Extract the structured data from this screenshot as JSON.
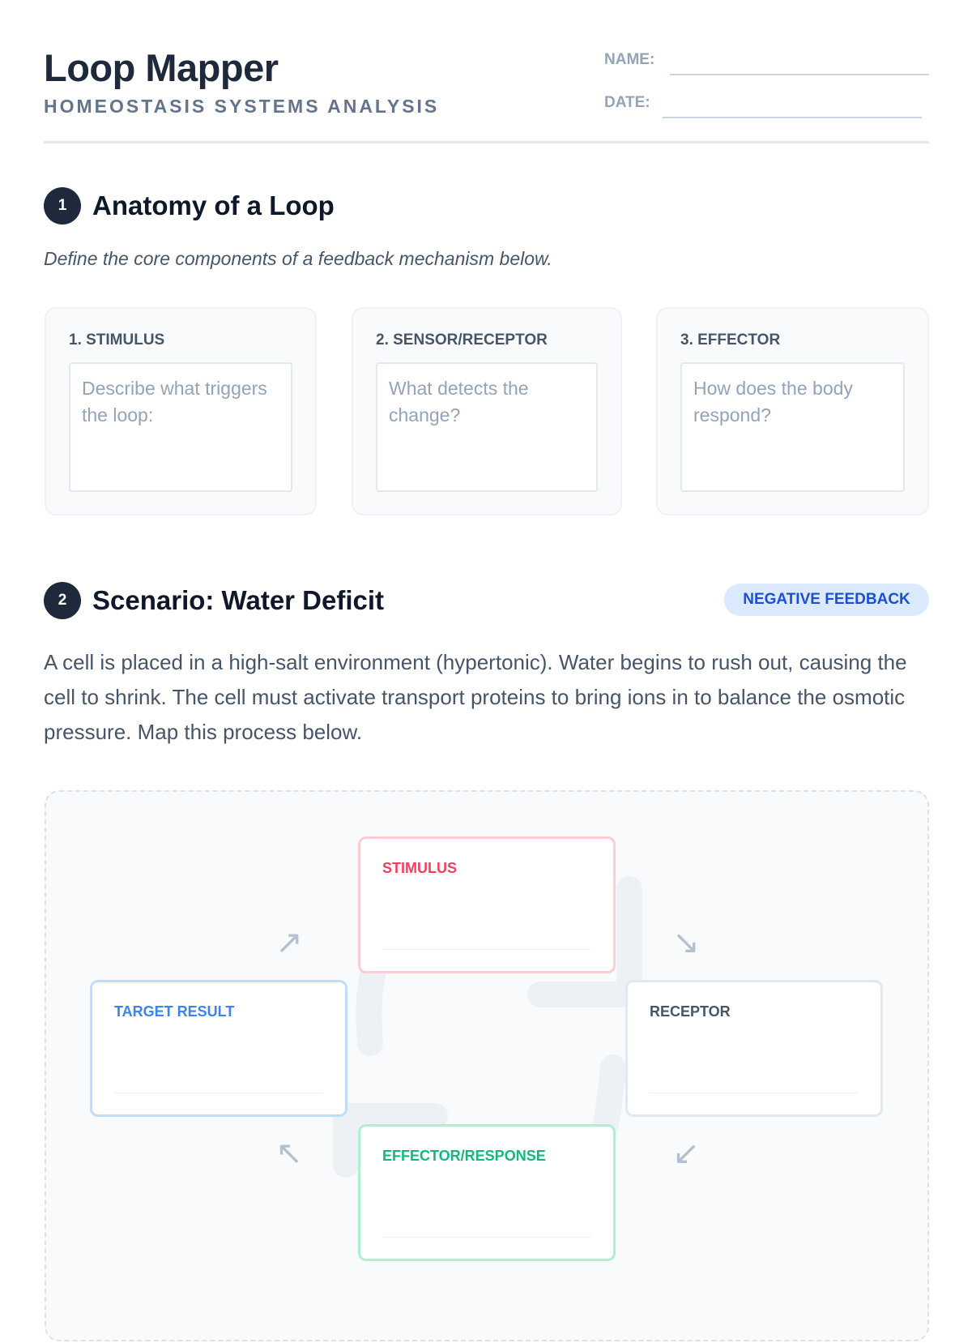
{
  "header": {
    "title": "Loop Mapper",
    "subtitle": "HOMEOSTASIS SYSTEMS ANALYSIS",
    "name_label": "NAME:",
    "date_label": "DATE:"
  },
  "section1": {
    "number": "1",
    "title": "Anatomy of a Loop",
    "instruction": "Define the core components of a feedback mechanism below.",
    "cards": [
      {
        "label": "1. STIMULUS",
        "placeholder": "Describe what triggers the loop:"
      },
      {
        "label": "2. SENSOR/RECEPTOR",
        "placeholder": "What detects the change?"
      },
      {
        "label": "3. EFFECTOR",
        "placeholder": "How does the body respond?"
      }
    ]
  },
  "section2": {
    "number": "2",
    "title": "Scenario: Water Deficit",
    "badge": "NEGATIVE FEEDBACK",
    "paragraph": "A cell is placed in a high-salt environment (hypertonic). Water begins to rush out, causing the cell to shrink. The cell must activate transport proteins to bring ions in to balance the osmotic pressure. Map this process below.",
    "diagram": {
      "stimulus": {
        "label": "STIMULUS",
        "color": "#f43f5e"
      },
      "receptor": {
        "label": "RECEPTOR",
        "color": "#475569"
      },
      "effector": {
        "label": "EFFECTOR/RESPONSE",
        "color": "#10b981"
      },
      "target": {
        "label": "TARGET RESULT",
        "color": "#3b82f6"
      }
    }
  }
}
